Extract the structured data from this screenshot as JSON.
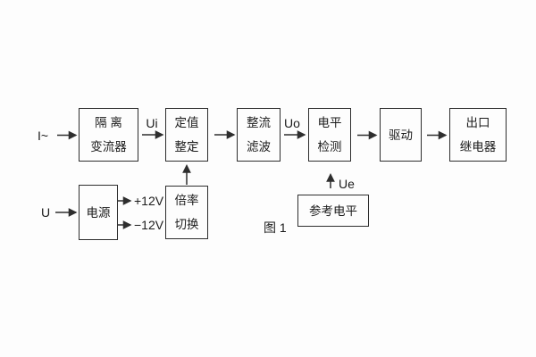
{
  "figure": {
    "caption": "图 1",
    "colors": {
      "line": "#2e2e2e",
      "text": "#1b1b1b",
      "background": "#fdfdfd"
    },
    "blocks": {
      "isolation": {
        "line1": "隔 离",
        "line2": "变流器"
      },
      "setting": {
        "line1": "定值",
        "line2": "整定"
      },
      "rectify": {
        "line1": "整流",
        "line2": "滤波"
      },
      "level": {
        "line1": "电平",
        "line2": "检测"
      },
      "drive": {
        "line1": "驱动"
      },
      "output_relay": {
        "line1": "出口",
        "line2": "继电器"
      },
      "power": {
        "line1": "电源"
      },
      "ratio": {
        "line1": "倍率",
        "line2": "切换"
      },
      "reference": {
        "line1": "参考电平"
      }
    },
    "labels": {
      "input_current": "I~",
      "input_voltage": "U",
      "ui": "Ui",
      "uo": "Uo",
      "ue": "Ue",
      "plus12v": "+12V",
      "minus12v": "−12V"
    }
  }
}
